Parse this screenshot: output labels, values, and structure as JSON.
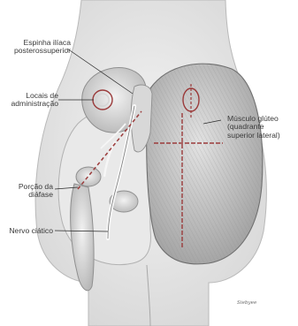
{
  "labels": {
    "espinha": [
      "Espinha ilíaca",
      "posterossuperior"
    ],
    "locais": [
      "Locais de",
      "administração"
    ],
    "musculo": [
      "Músculo glúteo",
      "(quadrante",
      "superior lateral)"
    ],
    "porcao": [
      "Porção da",
      "diáfase"
    ],
    "nervo": "Nervo ciático"
  },
  "signature": "Siebyee",
  "colors": {
    "injection_marker": "#9b3b3b",
    "leader_line": "#2a2a2a",
    "skin_outline": "#8a8a8a"
  }
}
